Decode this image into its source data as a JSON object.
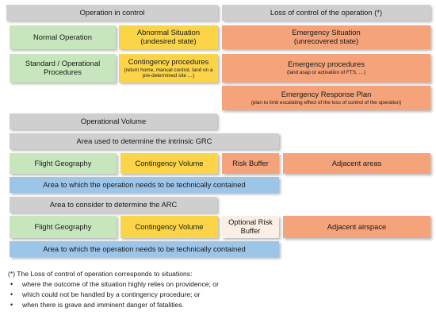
{
  "operation_in_control": {
    "header": "Operation in control",
    "normal_operation": "Normal Operation",
    "abnormal_situation": "Abnormal Situation",
    "abnormal_situation_sub": "(undesired state)",
    "standard_procedures": "Standard / Operational Procedures",
    "contingency_procedures": "Contingency procedures",
    "contingency_procedures_sub": "(return home, manual control, land on a pre-determined site …)"
  },
  "loss_of_control": {
    "header": "Loss of control of the operation (*)",
    "emergency_situation": "Emergency Situation",
    "emergency_situation_sub": "(unrecovered state)",
    "emergency_procedures": "Emergency procedures",
    "emergency_procedures_sub": "(land asap or activation of FTS, …)",
    "erp": "Emergency Response Plan",
    "erp_sub": "(plan to limit escalating effect of the loss of control of the operation)"
  },
  "operational_volume": {
    "header": "Operational Volume",
    "grc": {
      "header": "Area used to determine the intrinsic GRC",
      "flight_geography": "Flight Geography",
      "contingency_volume": "Contingency Volume",
      "risk_buffer": "Risk Buffer",
      "adjacent_areas": "Adjacent areas",
      "contained": "Area to which the operation needs to be technically contained"
    },
    "arc": {
      "header": "Area to consider to determine the ARC",
      "flight_geography": "Flight Geography",
      "contingency_volume": "Contingency Volume",
      "optional_risk_buffer": "Optional Risk Buffer",
      "adjacent_airspace": "Adjacent airspace",
      "contained": "Area to which the operation needs to be technically contained"
    }
  },
  "footnote": {
    "intro": "(*) The Loss of control of operation corresponds to situations:",
    "items": [
      "where the outcome of the situation highly relies on providence; or",
      "which could not be handled by a contingency procedure; or",
      "when there is grave and imminent danger of fatalities."
    ]
  }
}
